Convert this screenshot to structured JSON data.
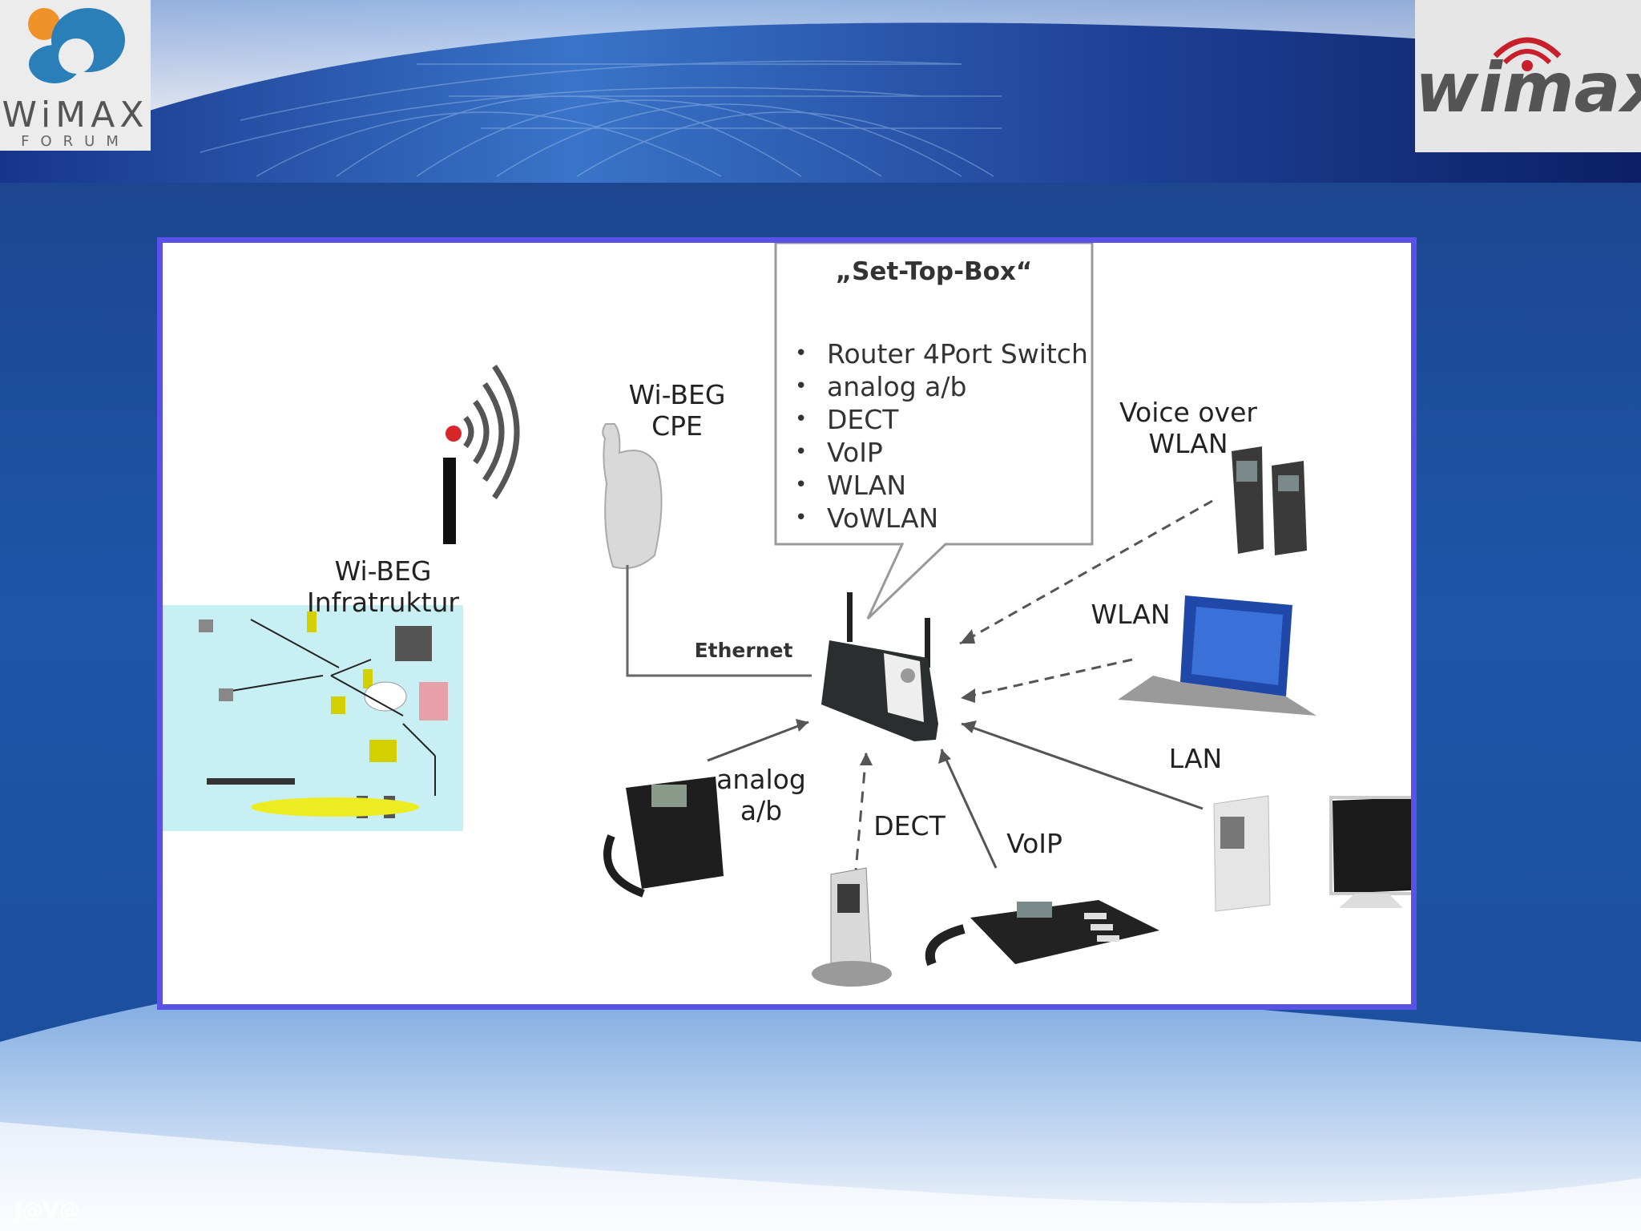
{
  "slide": {
    "footer": "J@V@"
  },
  "logos": {
    "left": {
      "text": "WiMAX",
      "subtext": "FORUM"
    },
    "right": {
      "text": "wimax"
    }
  },
  "colors": {
    "background": "#1d4f9c",
    "frame_border": "#5a52e6",
    "antenna_dot": "#d8262a"
  },
  "diagram": {
    "set_top_box": {
      "title": "„Set-Top-Box“",
      "features": [
        "Router 4Port Switch",
        "analog a/b",
        "DECT",
        "VoIP",
        "WLAN",
        "VoWLAN"
      ]
    },
    "labels": {
      "cpe_line1": "Wi-BEG",
      "cpe_line2": "CPE",
      "infra_line1": "Wi-BEG",
      "infra_line2": "Infratruktur",
      "ethernet": "Ethernet",
      "voice_line1": "Voice over",
      "voice_line2": "WLAN",
      "wlan": "WLAN",
      "lan": "LAN",
      "analog_line1": "analog",
      "analog_line2": "a/b",
      "dect": "DECT",
      "voip": "VoIP"
    }
  }
}
